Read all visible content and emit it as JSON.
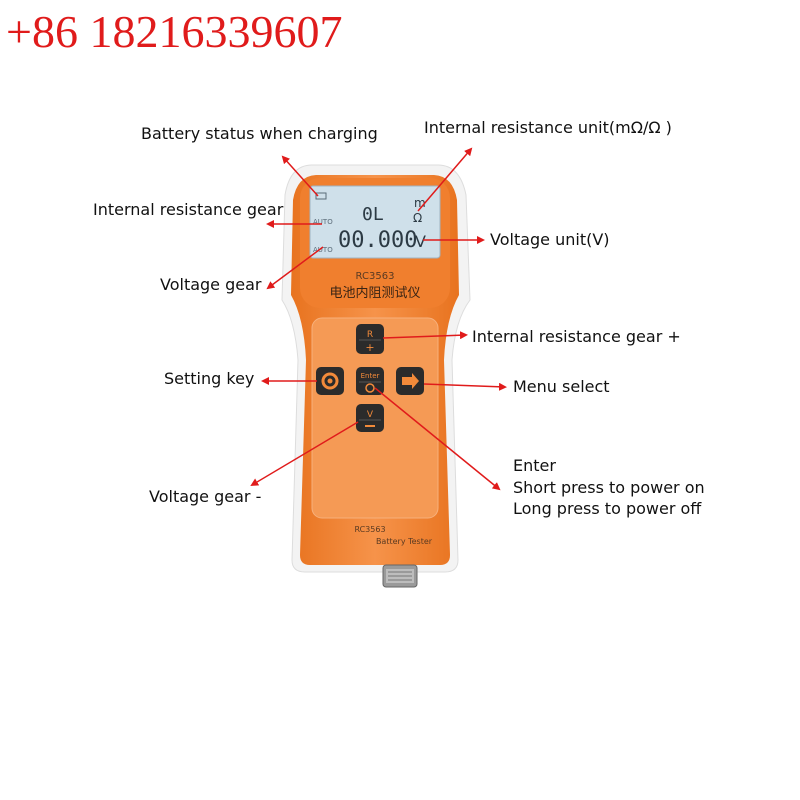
{
  "contact": {
    "phone": "+86 18216339607"
  },
  "device": {
    "model_top": "RC3563",
    "name_cn": "电池内阻测试仪",
    "model_bottom": "RC3563",
    "name_en": "Battery Tester",
    "colors": {
      "body": "#f28a3a",
      "body_dark": "#e06f22",
      "bezel": "#f5f5f5",
      "lcd": "#cfe0ea",
      "key": "#2b2b2b",
      "arrow": "#e01b1b"
    },
    "lcd": {
      "resistance_reading": "0L",
      "resistance_unit_top": "m",
      "resistance_unit_bottom": "Ω",
      "voltage_reading": "00.000",
      "voltage_unit": "V",
      "auto_label_resistance": "AUTO",
      "auto_label_voltage": "AUTO"
    },
    "keys": {
      "r_plus_top": "R",
      "r_plus_bottom": "+",
      "enter": "Enter",
      "v_minus_top": "V",
      "v_minus_bottom": "−"
    }
  },
  "callouts": {
    "battery_status": "Battery status when charging",
    "resistance_unit": "Internal resistance unit(mΩ/Ω )",
    "resistance_gear": "Internal resistance gear",
    "voltage_unit": "Voltage unit(V)",
    "voltage_gear": "Voltage gear",
    "resistance_gear_plus": "Internal resistance gear +",
    "setting_key": "Setting key",
    "menu_select": "Menu select",
    "enter_line1": "Enter",
    "enter_line2": "Short press to power on",
    "enter_line3": "Long press to power off",
    "voltage_gear_minus": "Voltage gear -"
  }
}
